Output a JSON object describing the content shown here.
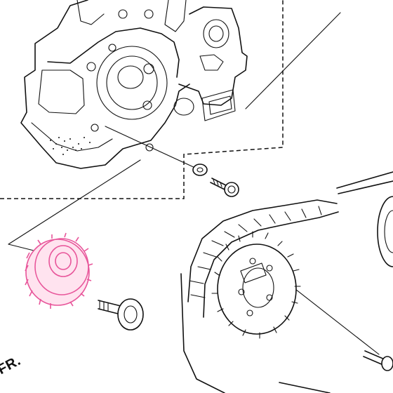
{
  "labels": {
    "direction": "FR."
  },
  "colors": {
    "highlight": "#e8559a",
    "line": "#111111",
    "background": "#ffffff"
  },
  "parts": [
    {
      "name": "crankcase",
      "highlighted": false
    },
    {
      "name": "drive-sprocket",
      "highlighted": true
    },
    {
      "name": "sprocket-bolt",
      "highlighted": false
    },
    {
      "name": "washer",
      "highlighted": false
    },
    {
      "name": "flange-bolt",
      "highlighted": false
    },
    {
      "name": "drive-chain",
      "highlighted": false
    },
    {
      "name": "driven-sprocket",
      "highlighted": false
    },
    {
      "name": "axle-bolt",
      "highlighted": false
    }
  ]
}
